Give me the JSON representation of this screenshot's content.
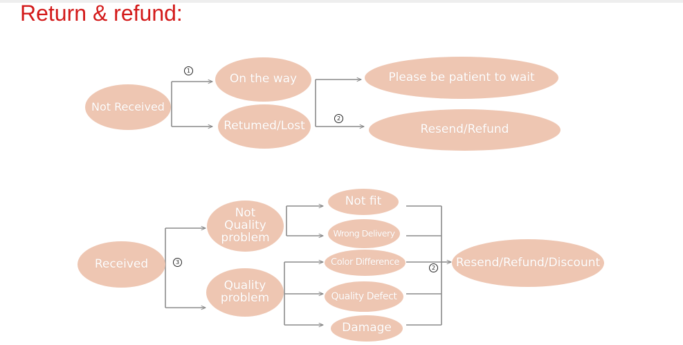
{
  "title": "Return & refund:",
  "colors": {
    "node_fill": "#eec6b2",
    "node_text": "#ffffff",
    "title": "#d31919",
    "line": "#8a8a8a"
  },
  "nodes": {
    "not_received": "Not Received",
    "on_the_way": "On the way",
    "returned_lost": "Retumed/Lost",
    "please_wait": "Please be patient to wait",
    "resend_refund": "Resend/Refund",
    "received": "Received",
    "not_quality_problem": "Not\nQuality\nproblem",
    "quality_problem": "Quality\nproblem",
    "not_fit": "Not fit",
    "wrong_delivery": "Wrong Delivery",
    "color_difference": "Color Difference",
    "quality_defect": "Quality Defect",
    "damage": "Damage",
    "resend_refund_discount": "Resend/Refund/Discount"
  },
  "step_marks": {
    "step_1": "1",
    "step_2_top": "2",
    "step_3": "3",
    "step_2_bottom": "2"
  }
}
